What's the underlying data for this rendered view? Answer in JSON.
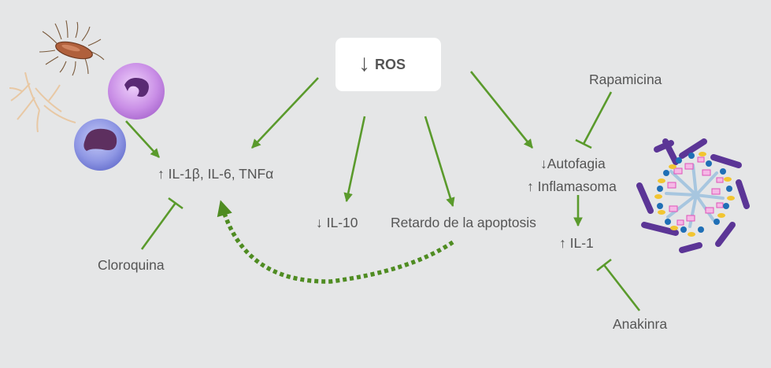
{
  "ros": {
    "arrow": "↓",
    "label": "ROS"
  },
  "cytokines": {
    "arrow": "↑",
    "label": "IL-1β, IL-6, TNFα"
  },
  "il10": {
    "arrow": "↓",
    "label": "IL-10"
  },
  "apoptosis": {
    "label": "Retardo de la apoptosis"
  },
  "autofagia": {
    "arrow": "↓",
    "label": "Autofagia"
  },
  "inflamasoma": {
    "arrow": "↑",
    "label": "Inflamasoma"
  },
  "il1": {
    "arrow": "↑",
    "label": "IL-1"
  },
  "drugs": {
    "rapamicina": "Rapamicina",
    "cloroquina": "Cloroquina",
    "anakinra": "Anakinra"
  },
  "colors": {
    "background": "#e5e6e7",
    "arrow_green": "#5a9a2c",
    "dashed_green": "#4f8c22",
    "text": "#555555"
  },
  "icons": {
    "bacterium": "bacterium-icon",
    "macrophage": "macrophage-cell-icon",
    "neutrophil": "neutrophil-cell-icon",
    "hyphae": "fungal-hyphae-icon",
    "inflammasome": "inflammasome-complex-icon"
  }
}
